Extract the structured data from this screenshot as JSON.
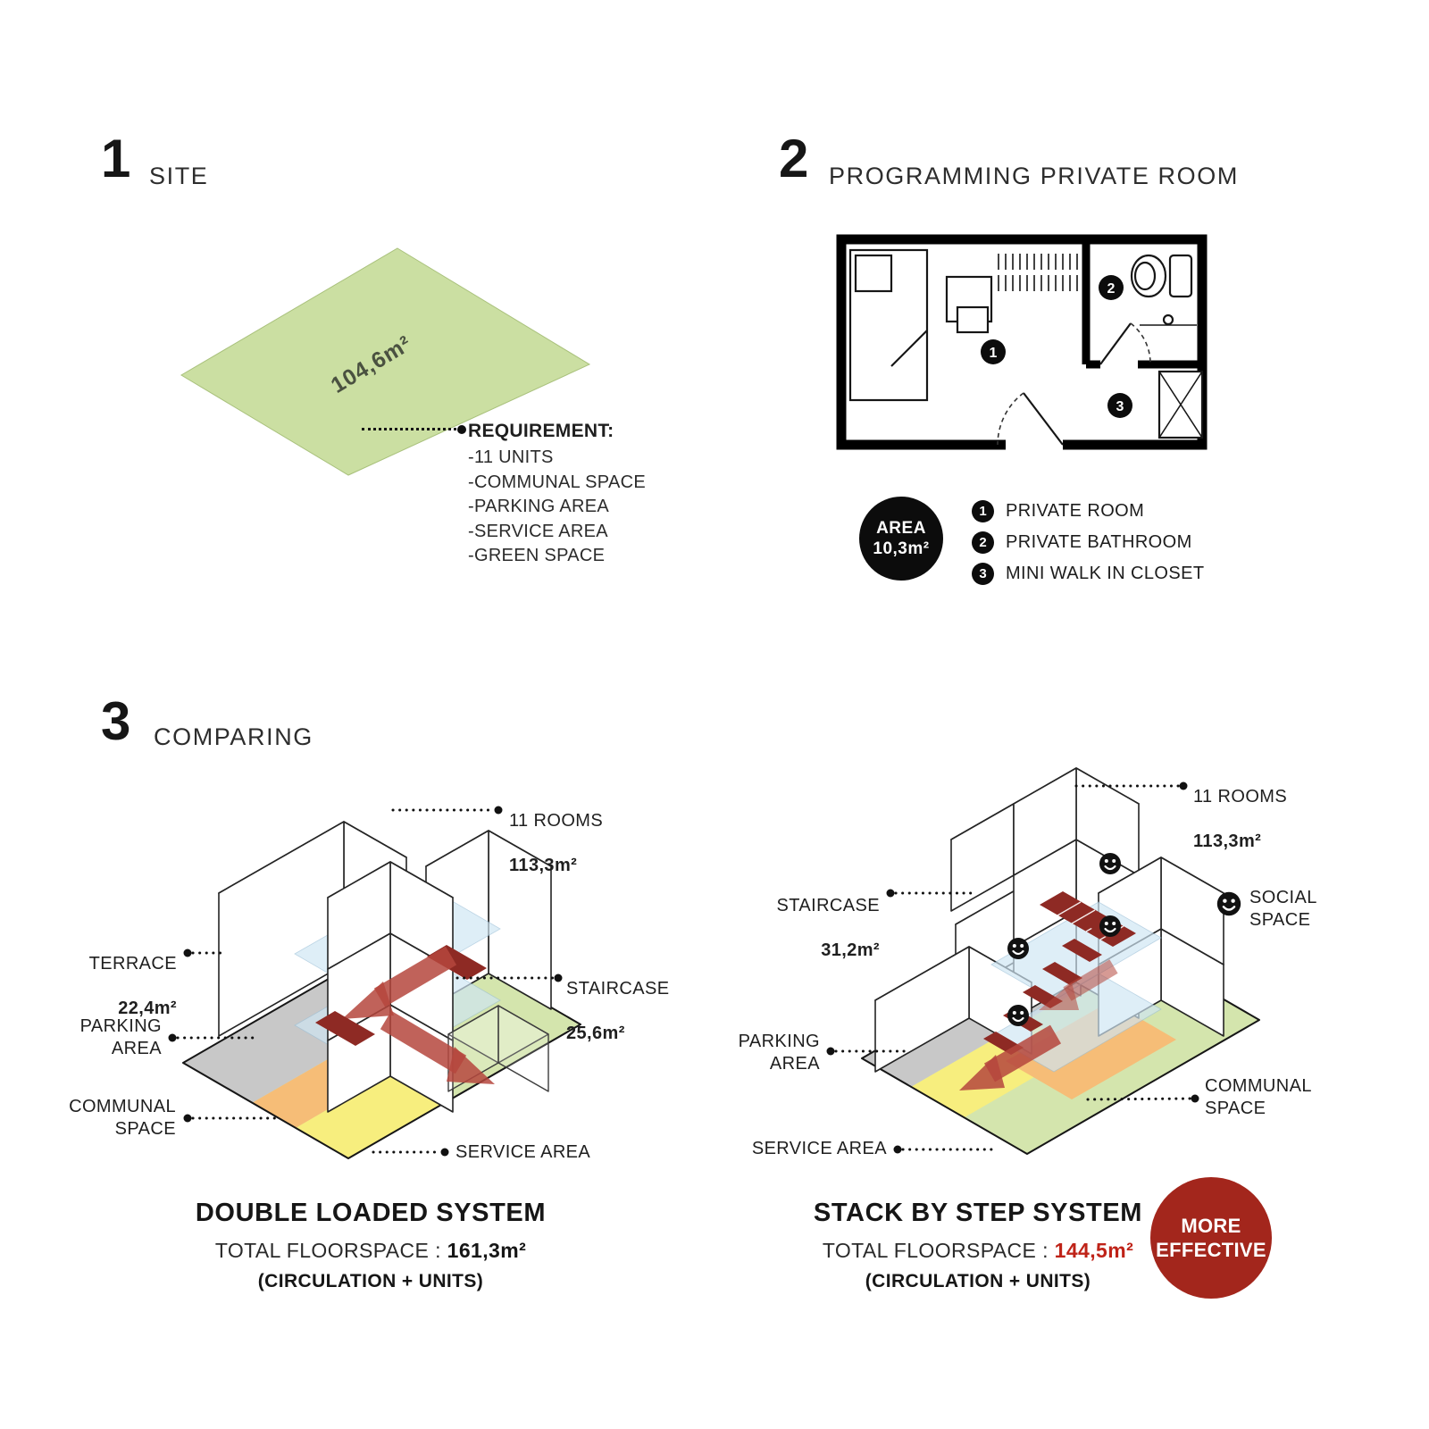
{
  "palette": {
    "site_green": "#cbdfa2",
    "ground_green": "#d4e5ad",
    "parking_gray": "#c8c8c8",
    "communal_orange": "#f6bd77",
    "service_yellow": "#f7ee7e",
    "slab_blue": "#cfe6f4",
    "stair_red": "#b5473d",
    "stair_dark_red": "#8e2a24",
    "accent_red": "#bf2318",
    "badge_red": "#a3261c"
  },
  "section1": {
    "number": "1",
    "title": "SITE",
    "site_area": "104,6m²",
    "requirement_title": "REQUIREMENT:",
    "requirements": [
      "-11 UNITS",
      "-COMMUNAL SPACE",
      "-PARKING AREA",
      "-SERVICE AREA",
      "-GREEN SPACE"
    ]
  },
  "section2": {
    "number": "2",
    "title": "PROGRAMMING PRIVATE ROOM",
    "area_label": "AREA",
    "area_value": "10,3m²",
    "plan_markers": [
      "1",
      "2",
      "3"
    ],
    "legend": [
      {
        "num": "1",
        "label": "PRIVATE ROOM"
      },
      {
        "num": "2",
        "label": "PRIVATE BATHROOM"
      },
      {
        "num": "3",
        "label": "MINI WALK IN CLOSET"
      }
    ]
  },
  "section3": {
    "number": "3",
    "title": "COMPARING",
    "left": {
      "rooms_label": "11 ROOMS",
      "rooms_value": "113,3m²",
      "terrace_label": "TERRACE",
      "terrace_value": "22,4m²",
      "staircase_label": "STAIRCASE",
      "staircase_value": "25,6m²",
      "parking_label": "PARKING\nAREA",
      "communal_label": "COMMUNAL\nSPACE",
      "service_label": "SERVICE AREA",
      "system_title": "DOUBLE LOADED SYSTEM",
      "floorspace_label": "TOTAL FLOORSPACE :",
      "floorspace_value": "161,3m²",
      "floorspace_note": "(CIRCULATION + UNITS)"
    },
    "right": {
      "rooms_label": "11 ROOMS",
      "rooms_value": "113,3m²",
      "staircase_label": "STAIRCASE",
      "staircase_value": "31,2m²",
      "social_label": "SOCIAL\nSPACE",
      "parking_label": "PARKING\nAREA",
      "communal_label": "COMMUNAL\nSPACE",
      "service_label": "SERVICE AREA",
      "system_title": "STACK BY STEP SYSTEM",
      "floorspace_label": "TOTAL FLOORSPACE :",
      "floorspace_value": "144,5m²",
      "floorspace_note": "(CIRCULATION + UNITS)",
      "badge_label": "MORE\nEFFECTIVE"
    }
  }
}
